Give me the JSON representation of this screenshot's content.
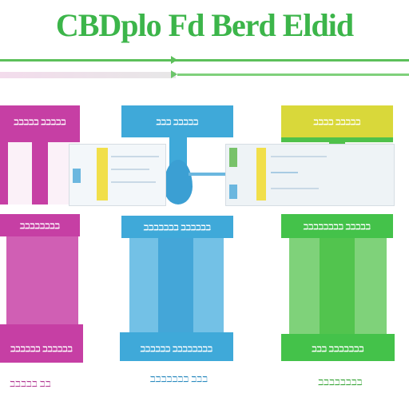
{
  "header": {
    "title": "CBDplo Fd Berd Eldid"
  },
  "colors": {
    "pink": "#c63fa4",
    "blue": "#3fa9d9",
    "green": "#44c24a",
    "yellow": "#d9d83a",
    "title_green": "#3cb54a",
    "rule_green": "#5cc05a",
    "rule_pink": "#e6c7de"
  },
  "columns": [
    {
      "name": "pink",
      "cap_label": "ℶℶℶℶℶ ℶℶℶℶℶ",
      "band_label": "ℶℶℶℶℶℶℶℶ",
      "foot_label": "ℶℶℶℶℶℶ ℶℶℶℶℶℶ",
      "caption": "ℶℶℶℶℶ ℶℶ"
    },
    {
      "name": "blue",
      "cap_label": "ℶℶℶ ℶℶℶℶℶ",
      "band_label": "ℶℶℶℶℶℶℶ ℶℶℶℶℶℶ",
      "foot_label": "ℶℶℶℶℶℶ ℶℶℶℶℶℶℶℶ",
      "caption": "ℶℶℶℶℶℶℶ ℶℶℶ"
    },
    {
      "name": "green",
      "cap_label": "ℶℶℶℶ ℶℶℶℶℶ",
      "band_label": "ℶℶℶℶℶℶℶℶ ℶℶℶℶℶ",
      "foot_label": "ℶℶℶ ℶℶℶℶℶℶℶ",
      "caption": "ℶℶℶℶℶℶℶℶ"
    }
  ]
}
